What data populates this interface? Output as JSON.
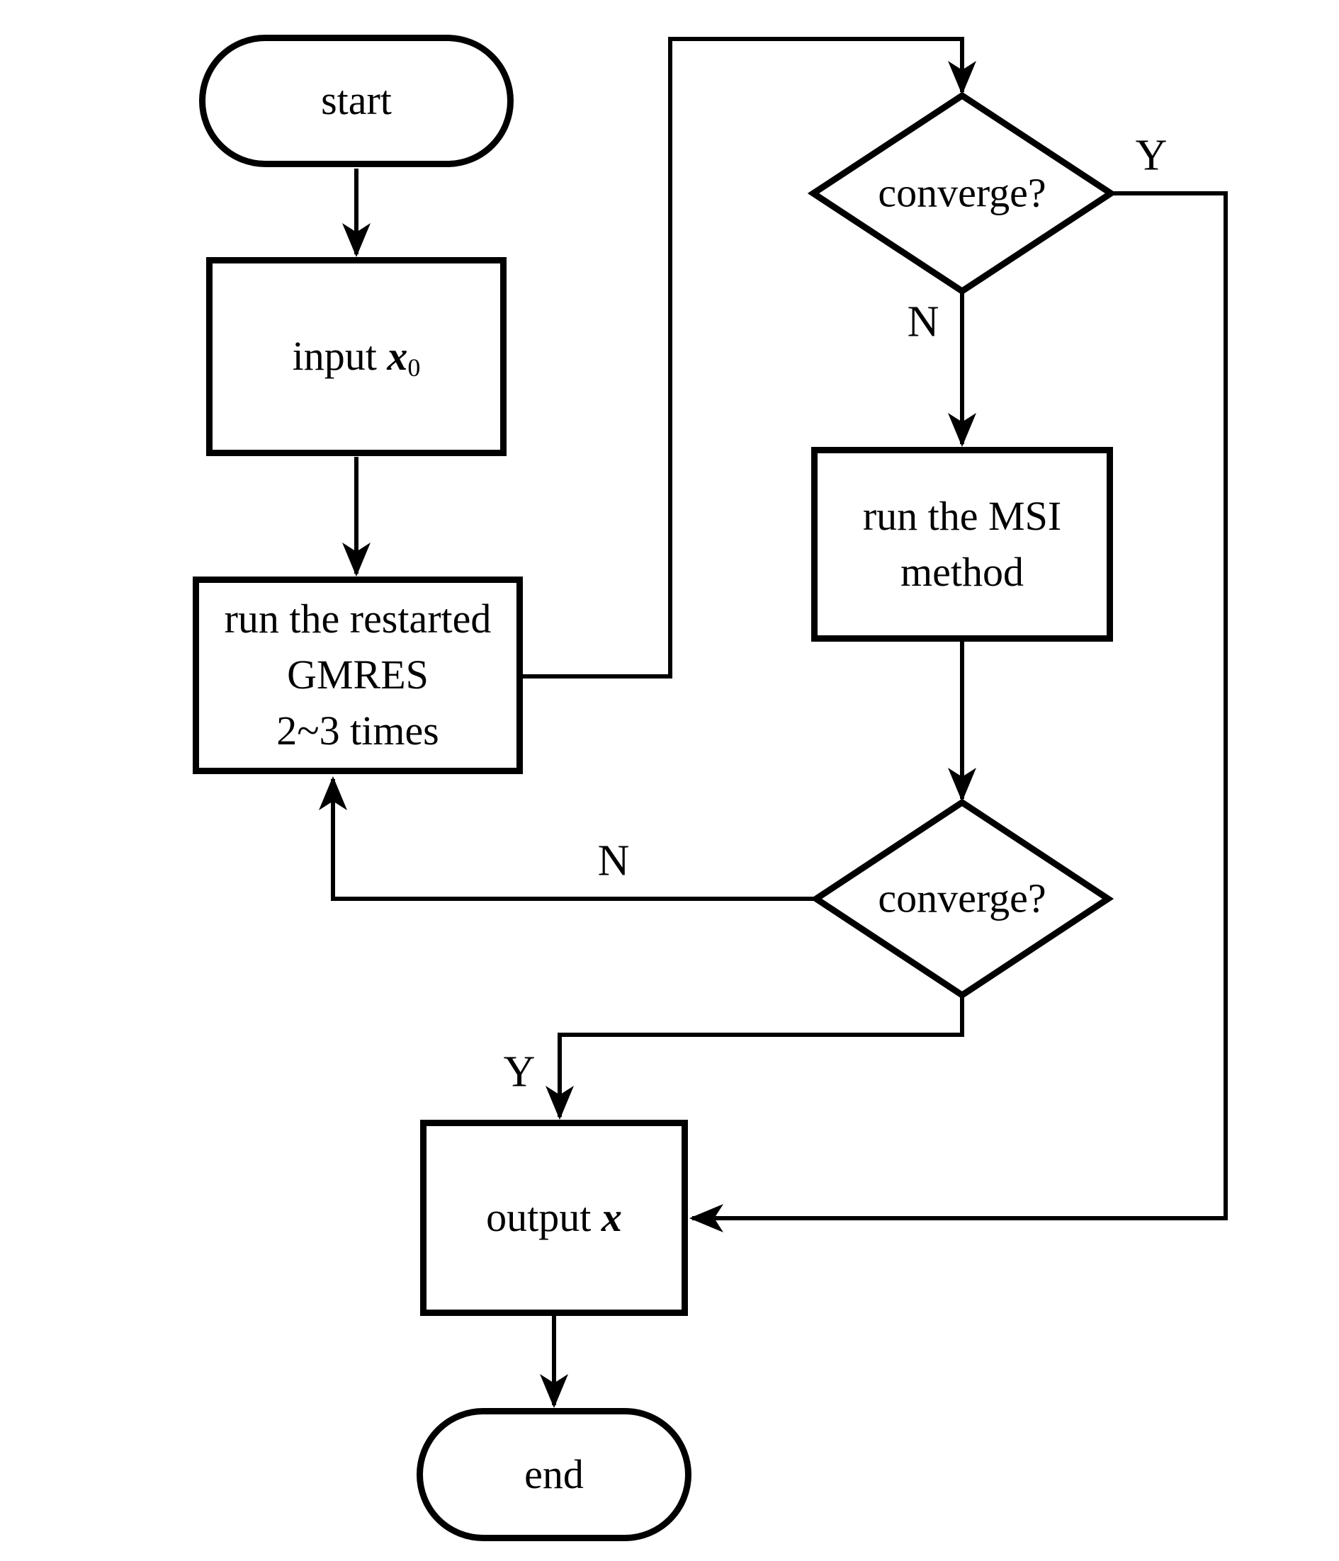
{
  "colors": {
    "stroke": "#000000",
    "shape_fill": "#ffffff",
    "background": "#ffffff"
  },
  "nodes": {
    "start": {
      "label": "start"
    },
    "input": {
      "prefix": "input",
      "variable": "x",
      "subscript": "0"
    },
    "gmres": {
      "lines": [
        "run the restarted",
        "GMRES",
        "2~3 times"
      ]
    },
    "converge1": {
      "label": "converge?"
    },
    "msi": {
      "lines": [
        "run the MSI",
        "method"
      ]
    },
    "converge2": {
      "label": "converge?"
    },
    "output": {
      "prefix": "output",
      "variable": "x"
    },
    "end": {
      "label": "end"
    }
  },
  "edge_labels": {
    "converge1_yes": "Y",
    "converge1_no": "N",
    "converge2_no": "N",
    "converge2_yes": "Y"
  }
}
